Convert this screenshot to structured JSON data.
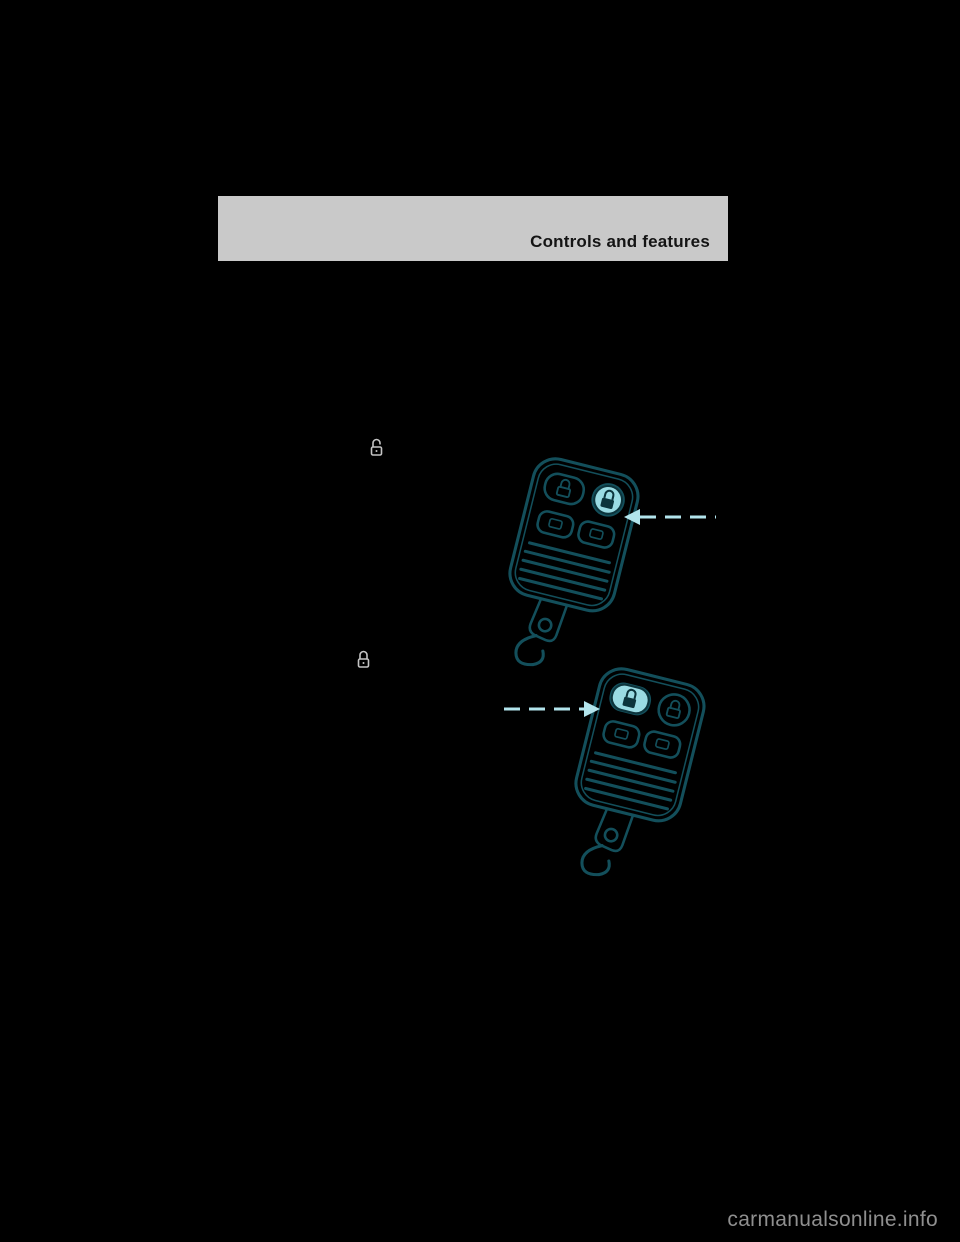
{
  "header": {
    "title": "Controls and features"
  },
  "watermark": {
    "text": "carmanualsonline.info"
  },
  "icons": {
    "inline_unlock": "unlock-icon",
    "inline_lock": "lock-icon",
    "fob_unlock_highlight": "unlock-button",
    "fob_lock_highlight": "lock-button"
  },
  "illustrations": {
    "fob_unlock": "keyless-entry-remote-unlock-button-highlighted",
    "fob_lock": "keyless-entry-remote-lock-button-highlighted"
  },
  "colors": {
    "page_bg": "#000000",
    "header_bg": "#c9c9c9",
    "title_text": "#141414",
    "fob_outline": "#134f5b",
    "highlight_cyan": "#9adbe3",
    "arrow_cyan": "#b2e4ec",
    "watermark_text": "#8f8f8f",
    "inline_icon": "#c4c4c4"
  }
}
